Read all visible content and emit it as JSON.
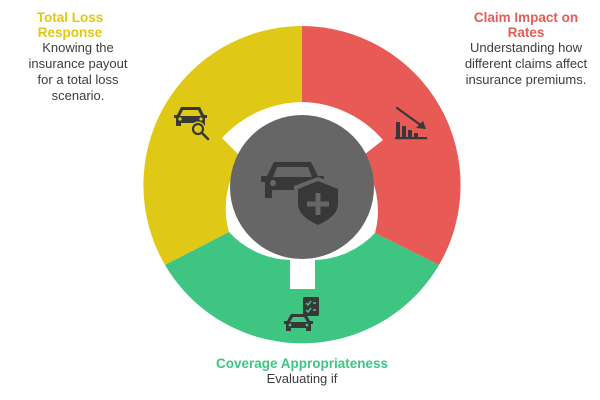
{
  "sections": [
    {
      "title": "Total Loss Response",
      "description": "Knowing the insurance payout for a total loss scenario.",
      "color": "#dfc816",
      "icon": "car-search-icon"
    },
    {
      "title": "Claim Impact on Rates",
      "description": "Understanding how different claims affect insurance premiums.",
      "color": "#e85a55",
      "icon": "chart-decrease-icon"
    },
    {
      "title": "Coverage Appropriateness",
      "description": "Evaluating if",
      "color": "#3dc581",
      "icon": "car-checklist-icon"
    }
  ],
  "center": {
    "color": "#666666",
    "icon": "car-shield-plus-icon"
  }
}
